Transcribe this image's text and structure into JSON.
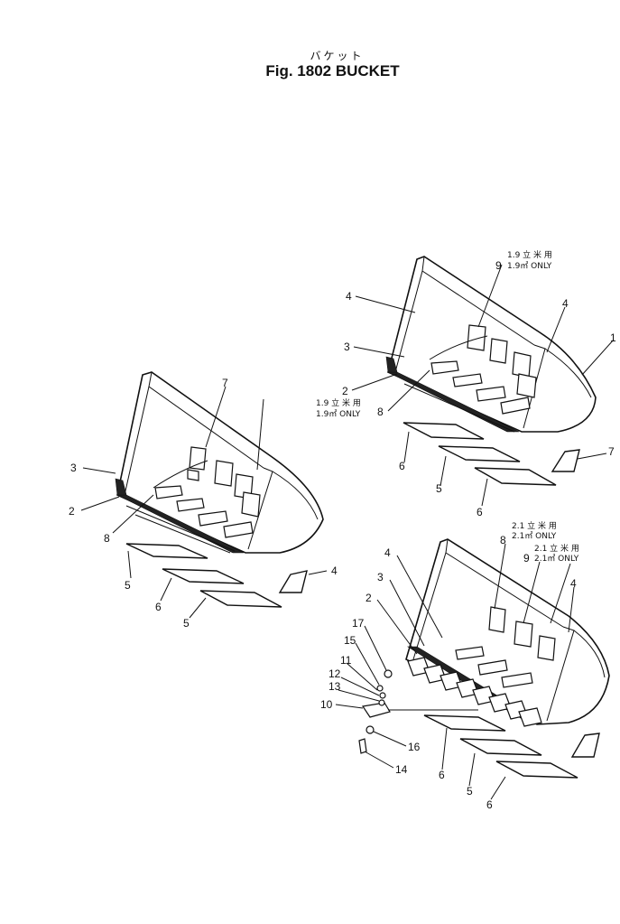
{
  "title": {
    "japanese": "バケット",
    "english": "Fig. 1802  BUCKET"
  },
  "bucket_left": {
    "callouts": [
      "7",
      "3",
      "2",
      "8",
      "5",
      "6",
      "5",
      "4"
    ]
  },
  "bucket_top_right": {
    "callouts": [
      "9",
      "4",
      "4",
      "1",
      "3",
      "2",
      "8",
      "6",
      "5",
      "6",
      "7"
    ],
    "note_9": [
      "1.9 立 米 用",
      "1.9㎥ ONLY"
    ],
    "note_8": [
      "1.9 立 米 用",
      "1.9㎥ ONLY"
    ]
  },
  "bucket_bottom_right": {
    "callouts": [
      "8",
      "9",
      "4",
      "3",
      "2",
      "4",
      "17",
      "15",
      "11",
      "12",
      "13",
      "10",
      "16",
      "14",
      "6",
      "5",
      "6"
    ],
    "note_8": [
      "2.1 立 米 用",
      "2.1㎥ ONLY"
    ],
    "note_9": [
      "2.1 立 米 用",
      "2.1㎥ ONLY"
    ]
  }
}
